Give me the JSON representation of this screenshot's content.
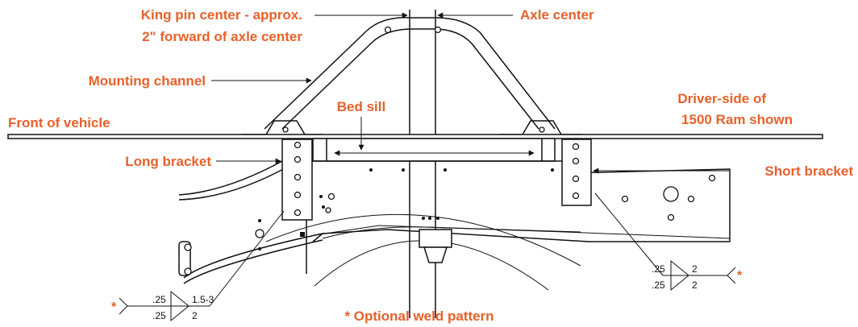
{
  "labels": {
    "king_pin": [
      "King pin center - approx.",
      "2\" forward of axle center"
    ],
    "axle_center": "Axle center",
    "mounting_channel": "Mounting channel",
    "bed_sill": "Bed sill",
    "front_of_vehicle": "Front of vehicle",
    "driver_side": [
      "Driver-side of",
      "1500 Ram shown"
    ],
    "long_bracket": "Long bracket",
    "short_bracket": "Short bracket",
    "optional_weld": "* Optional weld pattern"
  },
  "weld_left": {
    "asterisk": "*",
    "top_size": ".25",
    "bottom_size": ".25",
    "top_length": "1.5-3",
    "bottom_length": "2"
  },
  "weld_right": {
    "asterisk": "*",
    "top_size": ".25",
    "bottom_size": ".25",
    "top_length": "2",
    "bottom_length": "2"
  },
  "colors": {
    "label": "#e8602a",
    "line": "#111111"
  }
}
